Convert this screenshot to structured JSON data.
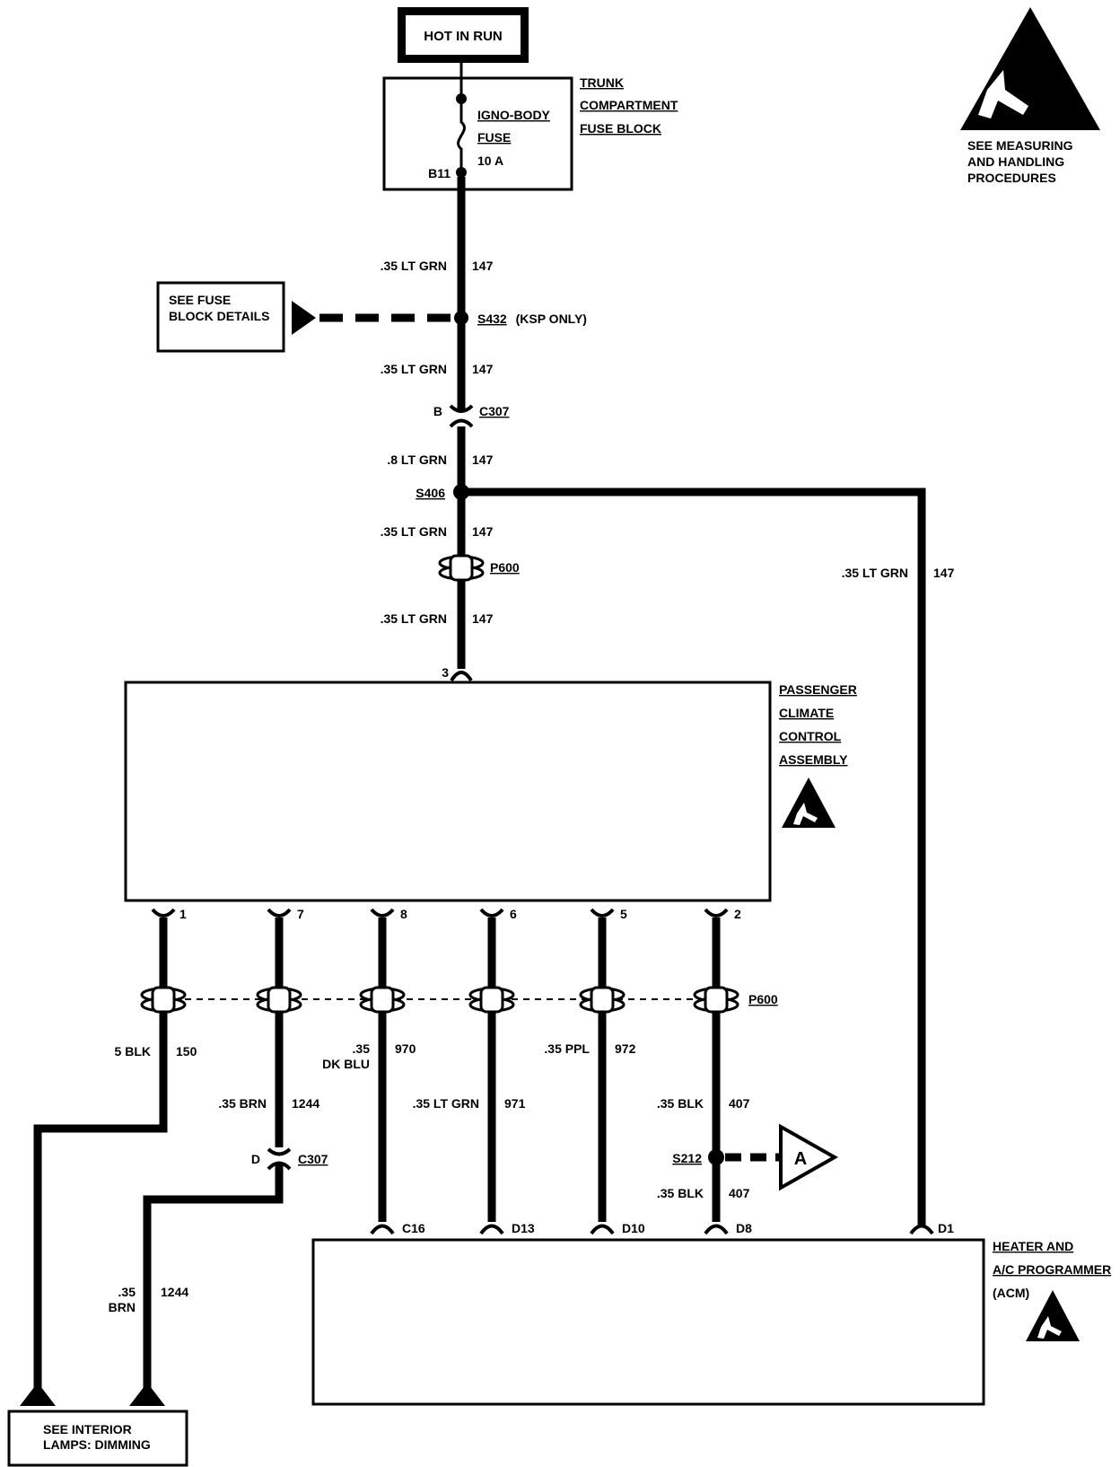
{
  "power": {
    "label": "HOT IN RUN"
  },
  "fuse_block": {
    "name_lines": [
      "TRUNK",
      "COMPARTMENT",
      "FUSE BLOCK"
    ],
    "fuse_lines": [
      "IGNO-BODY",
      "FUSE",
      "10 A"
    ],
    "terminal": "B11"
  },
  "esd_notice": {
    "lines": [
      "SEE MEASURING",
      "AND HANDLING",
      "PROCEDURES"
    ]
  },
  "see_fuse_block": {
    "lines": [
      "SEE FUSE",
      "BLOCK DETAILS"
    ]
  },
  "see_interior": {
    "lines": [
      "SEE INTERIOR",
      "LAMPS: DIMMING"
    ]
  },
  "splices": {
    "s432": {
      "id": "S432",
      "note": "(KSP ONLY)"
    },
    "s406": "S406",
    "s212": "S212"
  },
  "connectors": {
    "c307": "C307",
    "p600": "P600",
    "c307_b_pin": "B",
    "c307_d_pin": "D"
  },
  "main_wires": [
    {
      "gauge": ".35 LT GRN",
      "circuit": "147"
    },
    {
      "gauge": ".35 LT GRN",
      "circuit": "147"
    },
    {
      "gauge": ".8 LT GRN",
      "circuit": "147"
    },
    {
      "gauge": ".35 LT GRN",
      "circuit": "147"
    },
    {
      "gauge": ".35 LT GRN",
      "circuit": "147"
    }
  ],
  "branch_wire": {
    "gauge": ".35 LT GRN",
    "circuit": "147"
  },
  "pcc": {
    "name_lines": [
      "PASSENGER",
      "CLIMATE",
      "CONTROL",
      "ASSEMBLY"
    ],
    "top_pin": "3",
    "pins": [
      "1",
      "7",
      "8",
      "6",
      "5",
      "2"
    ]
  },
  "lower_wires": {
    "w150": {
      "gauge": "5 BLK",
      "circuit": "150"
    },
    "w1244": {
      "gauge": ".35 BRN",
      "circuit": "1244"
    },
    "w970": {
      "gauge_line1": ".35",
      "gauge_line2": "DK BLU",
      "circuit": "970"
    },
    "w971": {
      "gauge": ".35 LT GRN",
      "circuit": "971"
    },
    "w972": {
      "gauge": ".35 PPL",
      "circuit": "972"
    },
    "w407a": {
      "gauge": ".35 BLK",
      "circuit": "407"
    },
    "w407b": {
      "gauge": ".35 BLK",
      "circuit": "407"
    },
    "w1244b": {
      "gauge_line1": ".35",
      "gauge_line2": "BRN",
      "circuit": "1244"
    }
  },
  "offpage": {
    "a": "A"
  },
  "acm": {
    "name_lines": [
      "HEATER AND",
      "A/C PROGRAMMER",
      "(ACM)"
    ],
    "pins": [
      "C16",
      "D13",
      "D10",
      "D8",
      "D1"
    ]
  }
}
